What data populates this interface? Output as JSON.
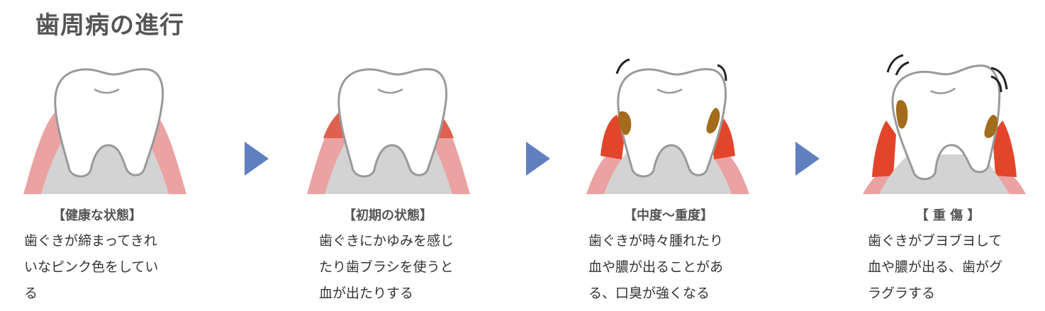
{
  "title": "歯周病の進行",
  "colors": {
    "gum_light": "#eba2a2",
    "gum_inflamed": "#e06050",
    "gum_severe": "#e2452a",
    "bone": "#d3d3d3",
    "tooth_outline": "#999999",
    "tartar": "#a36b1c",
    "arrow": "#5f7fbf"
  },
  "stages": [
    {
      "caption": "【健康な状態】",
      "lines": [
        "歯ぐきが締まってきれ",
        "いなピンク色をしてい",
        "る"
      ]
    },
    {
      "caption": "【初期の状態】",
      "lines": [
        "歯ぐきにかゆみを感じ",
        "たり歯ブラシを使うと",
        "血が出たりする"
      ]
    },
    {
      "caption": "【中度〜重度】",
      "lines": [
        "歯ぐきが時々腫れたり",
        "血や膿が出ることがあ",
        "る、口臭が強くなる"
      ]
    },
    {
      "caption": "【 重 傷 】",
      "lines": [
        "歯ぐきがブヨブヨして",
        "血や膿が出る、歯がグ",
        "ラグラする"
      ]
    }
  ]
}
